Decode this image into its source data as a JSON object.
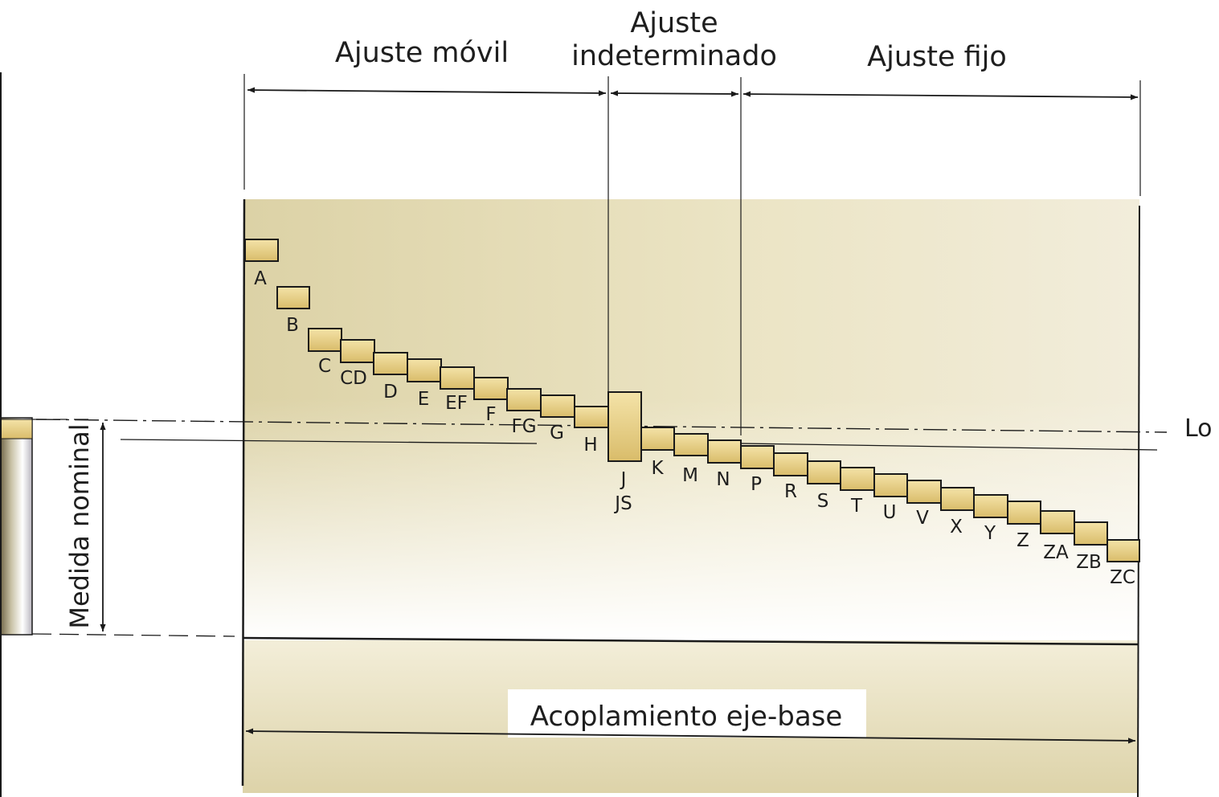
{
  "headers": {
    "movil": "Ajuste móvil",
    "indeterminado_1": "Ajuste",
    "indeterminado_2": "indeterminado",
    "fijo": "Ajuste fijo"
  },
  "side_label": "Medida nominal",
  "zero_line_label": "Lo",
  "base_label": "Acoplamiento eje-base",
  "tolerance_zones": [
    "A",
    "B",
    "C",
    "CD",
    "D",
    "E",
    "EF",
    "F",
    "FG",
    "G",
    "H",
    "J",
    "JS",
    "K",
    "M",
    "N",
    "P",
    "R",
    "S",
    "T",
    "U",
    "V",
    "X",
    "Y",
    "Z",
    "ZA",
    "ZB",
    "ZC"
  ],
  "colors": {
    "field": "#e8dfb8",
    "zone_fill": "#e6cd83",
    "line": "#1a1a1a",
    "background": "#ffffff"
  }
}
